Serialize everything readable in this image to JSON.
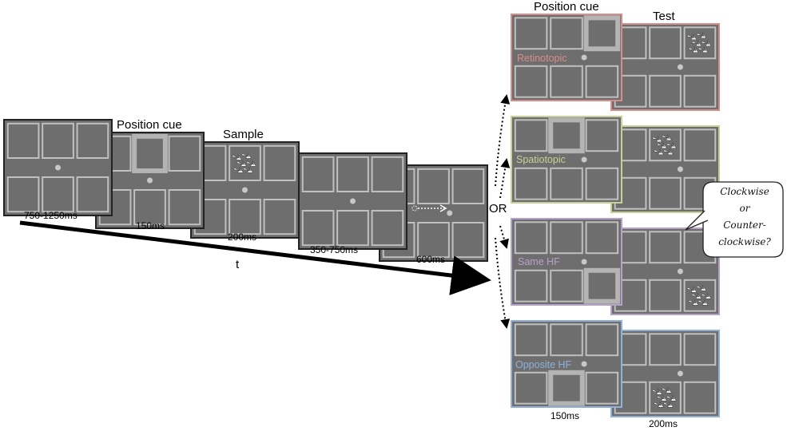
{
  "timeline": {
    "frames": [
      {
        "label": "750-1250ms"
      },
      {
        "title": "Position cue",
        "label": "150ms"
      },
      {
        "title": "Sample",
        "label": "200ms"
      },
      {
        "label": "350-750ms"
      },
      {
        "label": "600ms"
      }
    ],
    "axis_label": "t",
    "or_label": "OR"
  },
  "conditions": [
    {
      "name": "Retinotopic",
      "color": "#d98c8c"
    },
    {
      "name": "Spatiotopic",
      "color": "#c3d392"
    },
    {
      "name": "Same HF",
      "color": "#b6a2c8"
    },
    {
      "name": "Opposite HF",
      "color": "#8fb2da"
    }
  ],
  "columns": {
    "cue_title": "Position cue",
    "test_title": "Test",
    "cue_time": "150ms",
    "test_time": "200ms"
  },
  "response": {
    "line1": "Clockwise",
    "line2": "or",
    "line3": "Counter-",
    "line4": "clockwise?"
  },
  "colors": {
    "screen": "#6e6e6e",
    "box": "#c0c0c0",
    "frame": "#222222",
    "fixation": "#c8c8c8",
    "cue_box": "#b4b4b4"
  }
}
